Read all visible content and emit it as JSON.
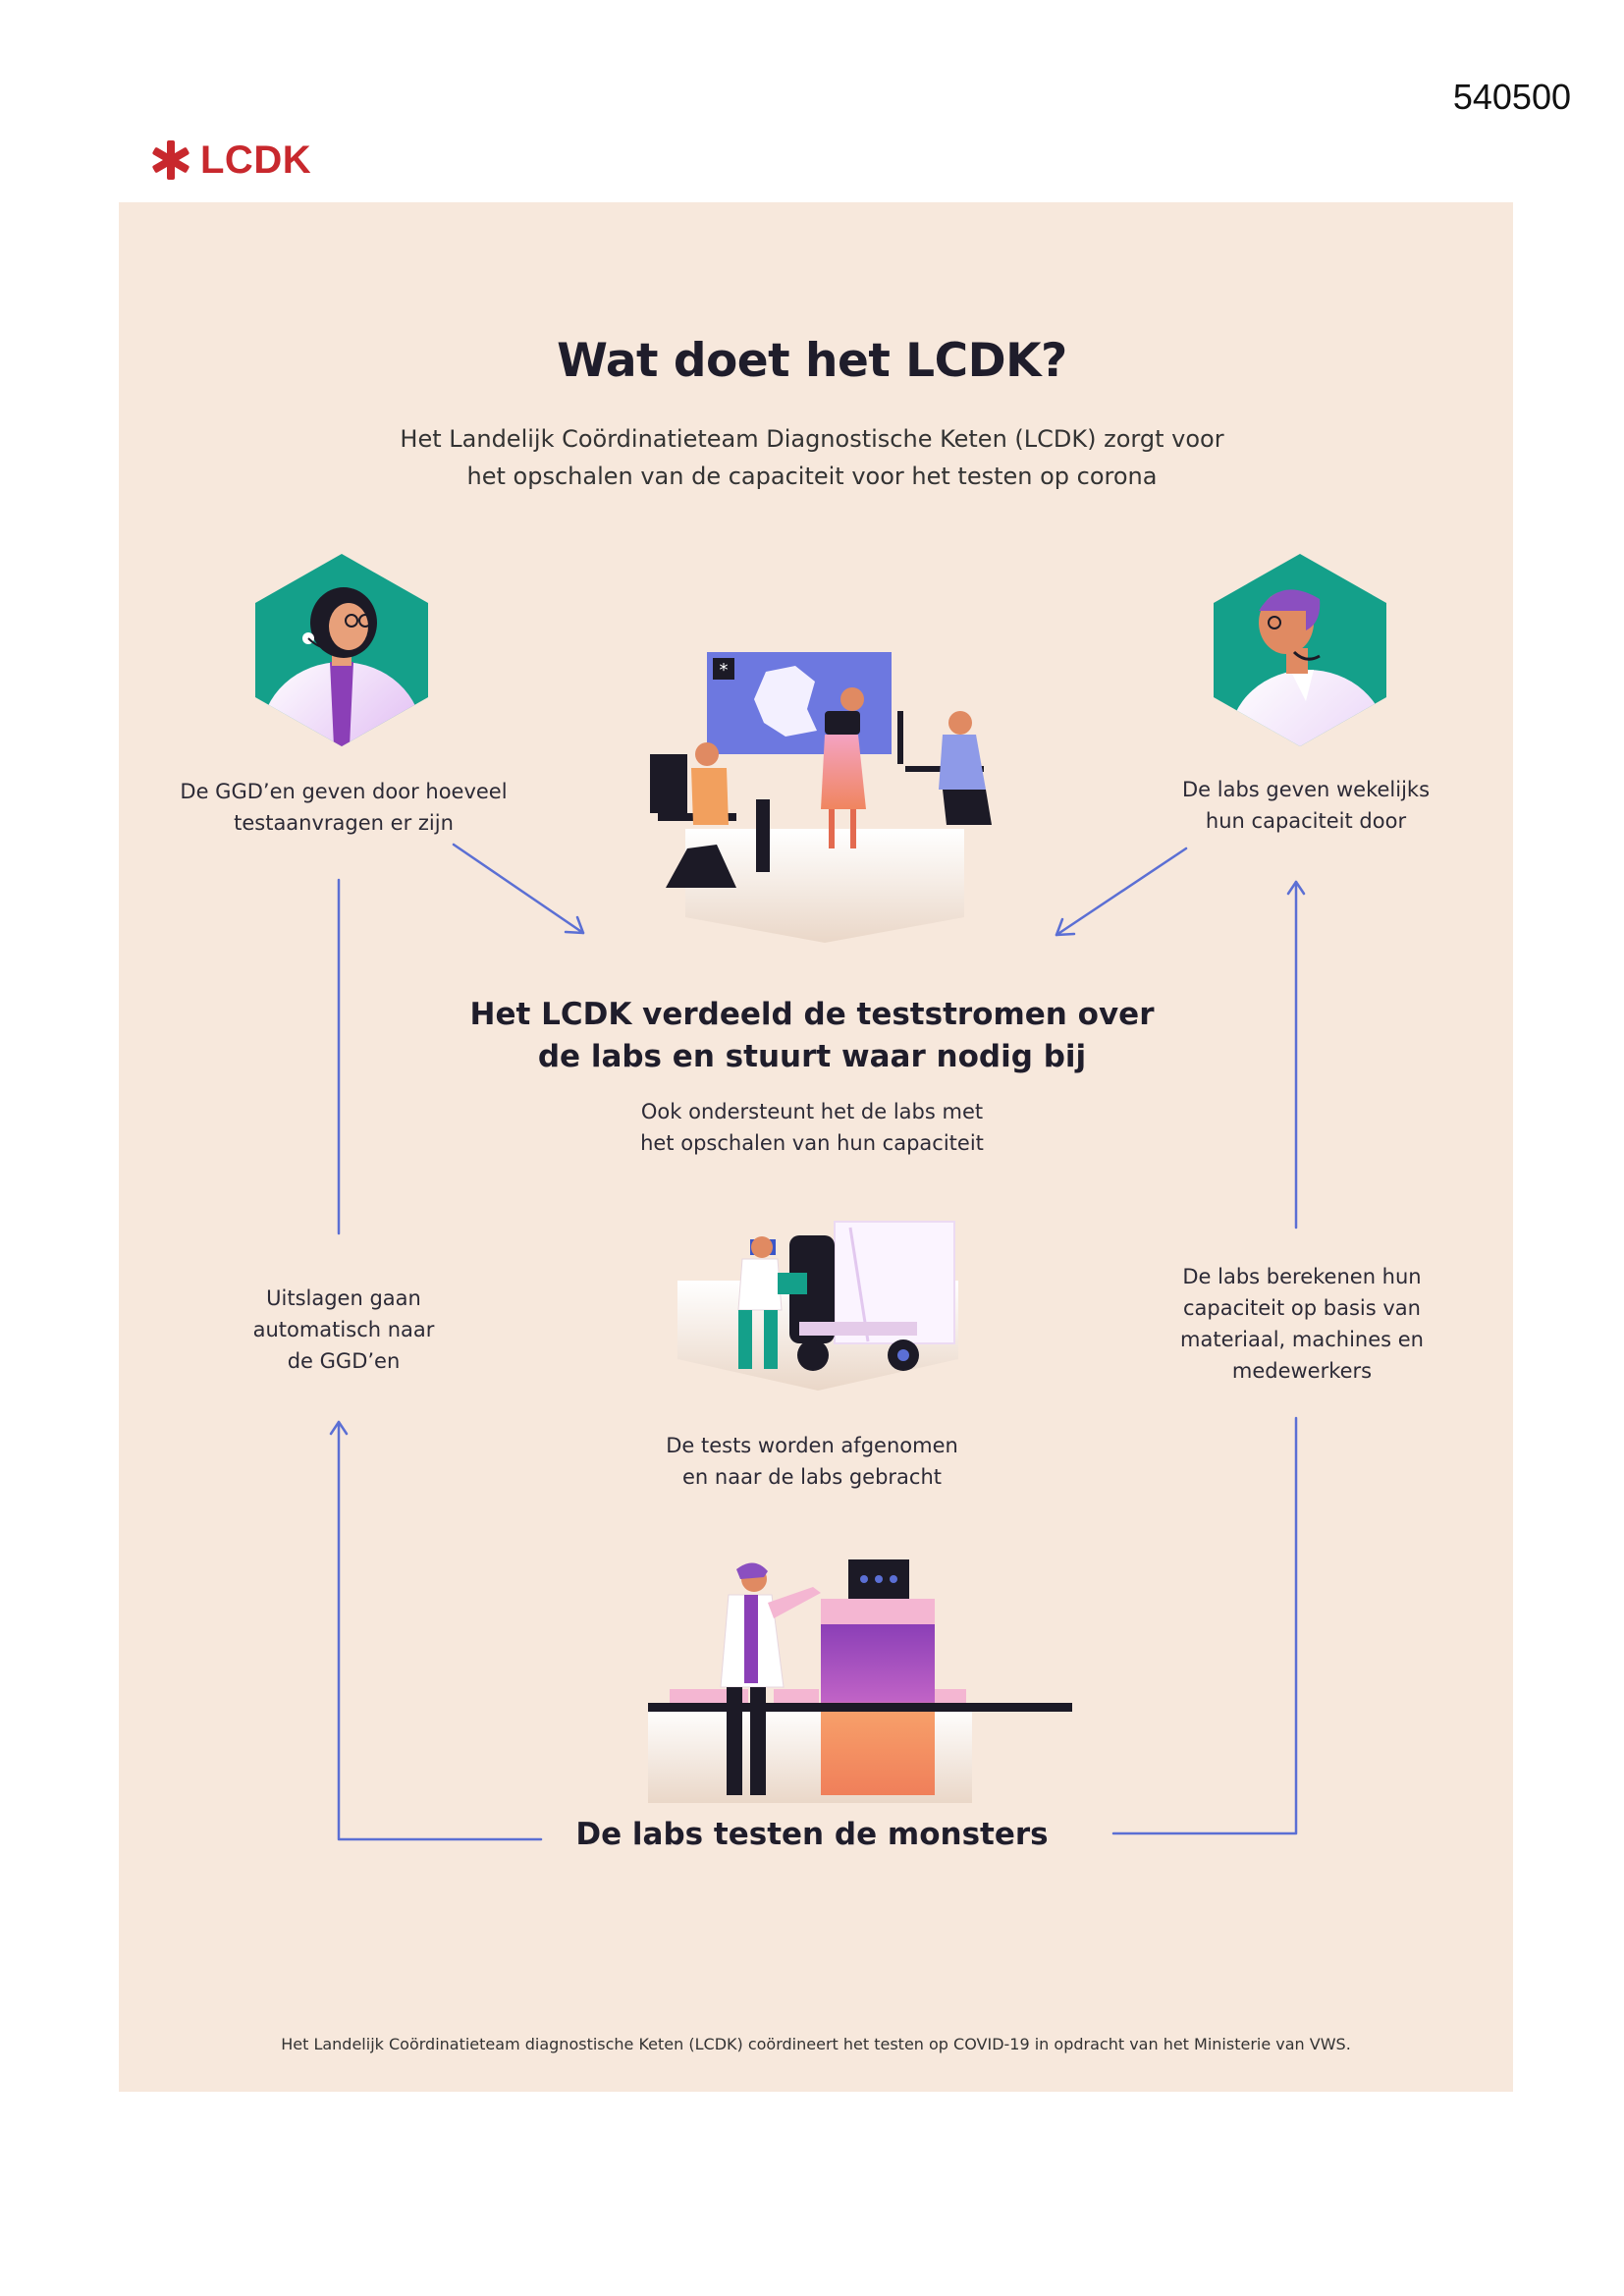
{
  "document": {
    "number": "540500",
    "brand": "LCDK",
    "brand_color": "#c8282d",
    "panel_color": "#f7e8dc",
    "accent_color": "#5b6fd4"
  },
  "header": {
    "title": "Wat doet het LCDK?",
    "subtitle_lines": [
      "Het Landelijk  Coördinatieteam Diagnostische Keten (LCDK) zorgt voor",
      "het opschalen van de capaciteit voor het testen op corona"
    ]
  },
  "flow": {
    "ggd_label": [
      "De GGD’en geven door hoeveel",
      "testaanvragen er zijn"
    ],
    "labs_weekly_label": [
      "De labs geven wekelijks",
      "hun capaciteit door"
    ],
    "central_heading": [
      "Het LCDK verdeeld de teststromen over",
      "de labs en stuurt waar nodig bij"
    ],
    "central_sub": [
      "Ook ondersteunt het de labs met",
      "het opschalen van hun capaciteit"
    ],
    "results_label": [
      "Uitslagen gaan",
      "automatisch naar",
      "de GGD’en"
    ],
    "labs_calc_label": [
      "De labs berekenen hun",
      "capaciteit op basis van",
      "materiaal, machines en",
      "medewerkers"
    ],
    "transport_label": [
      "De tests worden afgenomen",
      "en naar de labs gebracht"
    ],
    "bottom_heading": "De labs testen de monsters"
  },
  "footer": {
    "note": "Het Landelijk Coördinatieteam diagnostische Keten (LCDK) coördineert het testen op COVID-19 in opdracht van het Ministerie van VWS."
  }
}
